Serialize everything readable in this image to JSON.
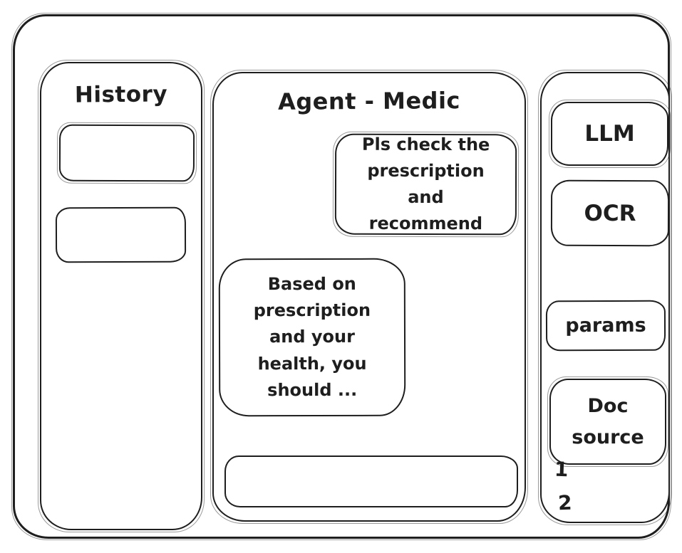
{
  "style": {
    "ink_color": "#1e1e1e",
    "background_color": "#ffffff"
  },
  "history_panel": {
    "title": "History"
  },
  "chat_panel": {
    "title": "Agent - Medic",
    "messages": [
      {
        "role": "user",
        "text": "Pls check the prescription and recommend"
      },
      {
        "role": "assistant",
        "text": "Based on prescription and your health, you should ..."
      }
    ]
  },
  "tools_panel": {
    "buttons": [
      {
        "label": "LLM"
      },
      {
        "label": "OCR"
      },
      {
        "label": "params"
      },
      {
        "label": "Doc source"
      }
    ],
    "doc_sources": [
      {
        "label": "1"
      },
      {
        "label": "2"
      }
    ]
  }
}
